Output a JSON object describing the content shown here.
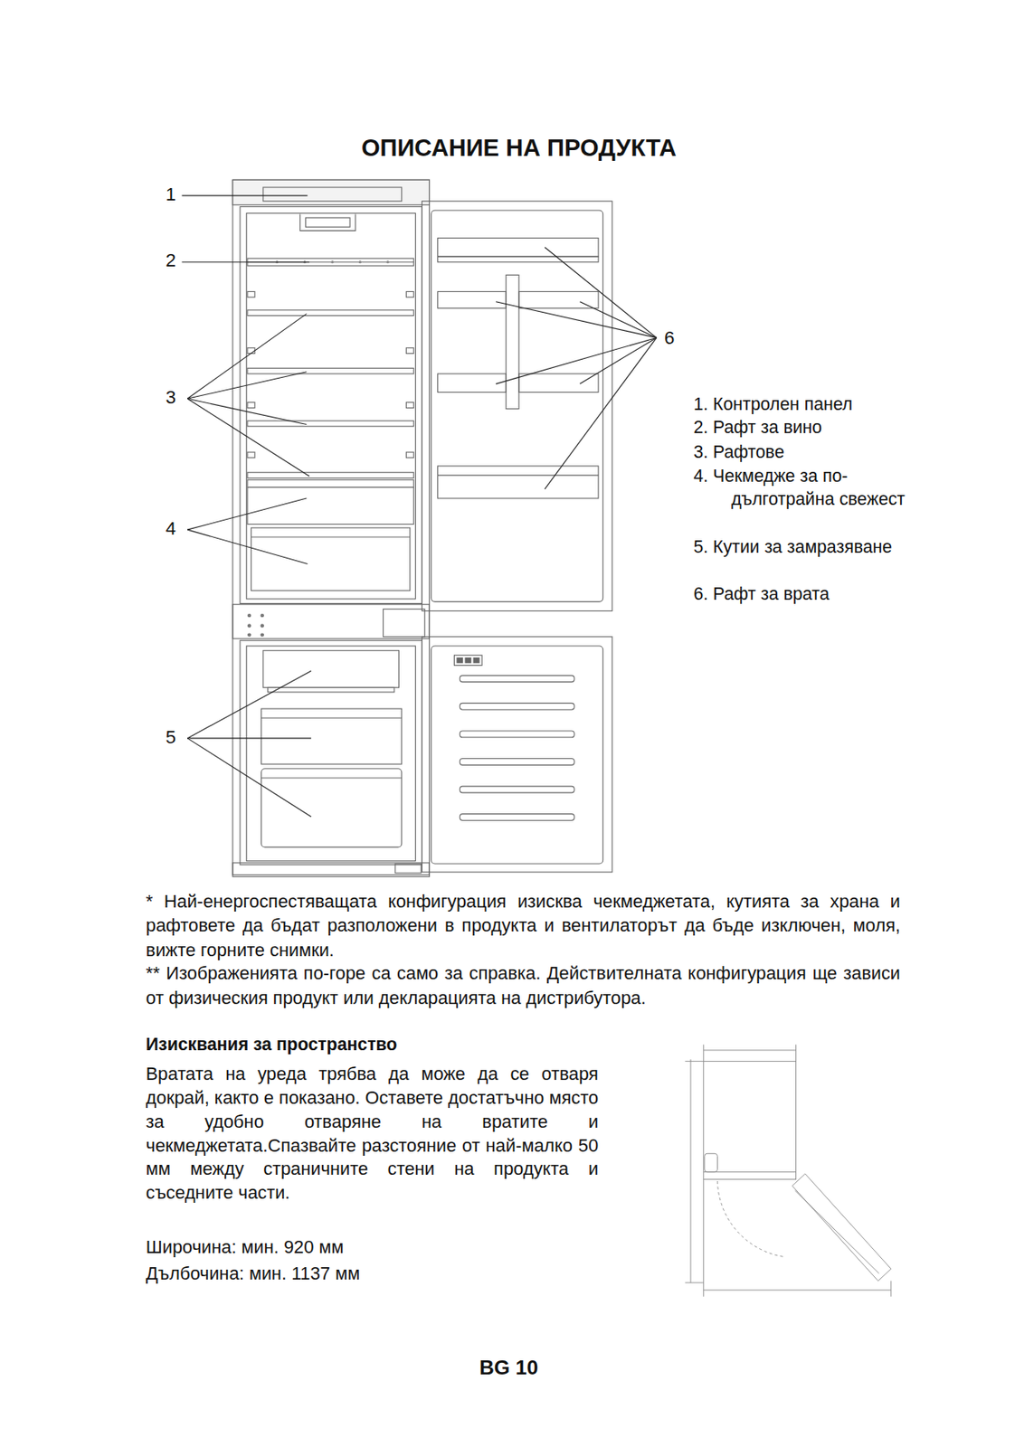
{
  "diagram": {
    "title": "ОПИСАНИЕ НА ПРОДУКТА",
    "labels": [
      "1",
      "2",
      "3",
      "4",
      "5",
      "6",
      "1. Контролен панел",
      "2. Рафт за вино",
      "3. Рафтове",
      "4. Чекмедже за по- дълготрайна свежест",
      "5. Кутии за замразяване",
      "6. Рафт за врата",
      "* Най-енергоспестяващата конфигурация изисква чекмеджетата, кутията за храна и рафтовете да бъдат разположени в продукта и вентилаторът да бъде изключен, моля, вижте горните снимки.",
      "** Изображенията по-горе са само за справка. Действителната конфигурация ще зависи от физическия продукт или декларацията на дистрибутора.",
      "Изисквания за пространство",
      "Вратата на уреда трябва да може да се отваря докрай, както е показано. Оставете достатъчно място за удобно отваряне на вратите и чекмеджетата.Спазвайте разстояние от най-малко 50 мм между страничните стени на продукта и съседните части.",
      "Широчина: мин. 920 мм",
      "Дълбочина: мин. 1137 мм",
      "BG 10"
    ]
  }
}
